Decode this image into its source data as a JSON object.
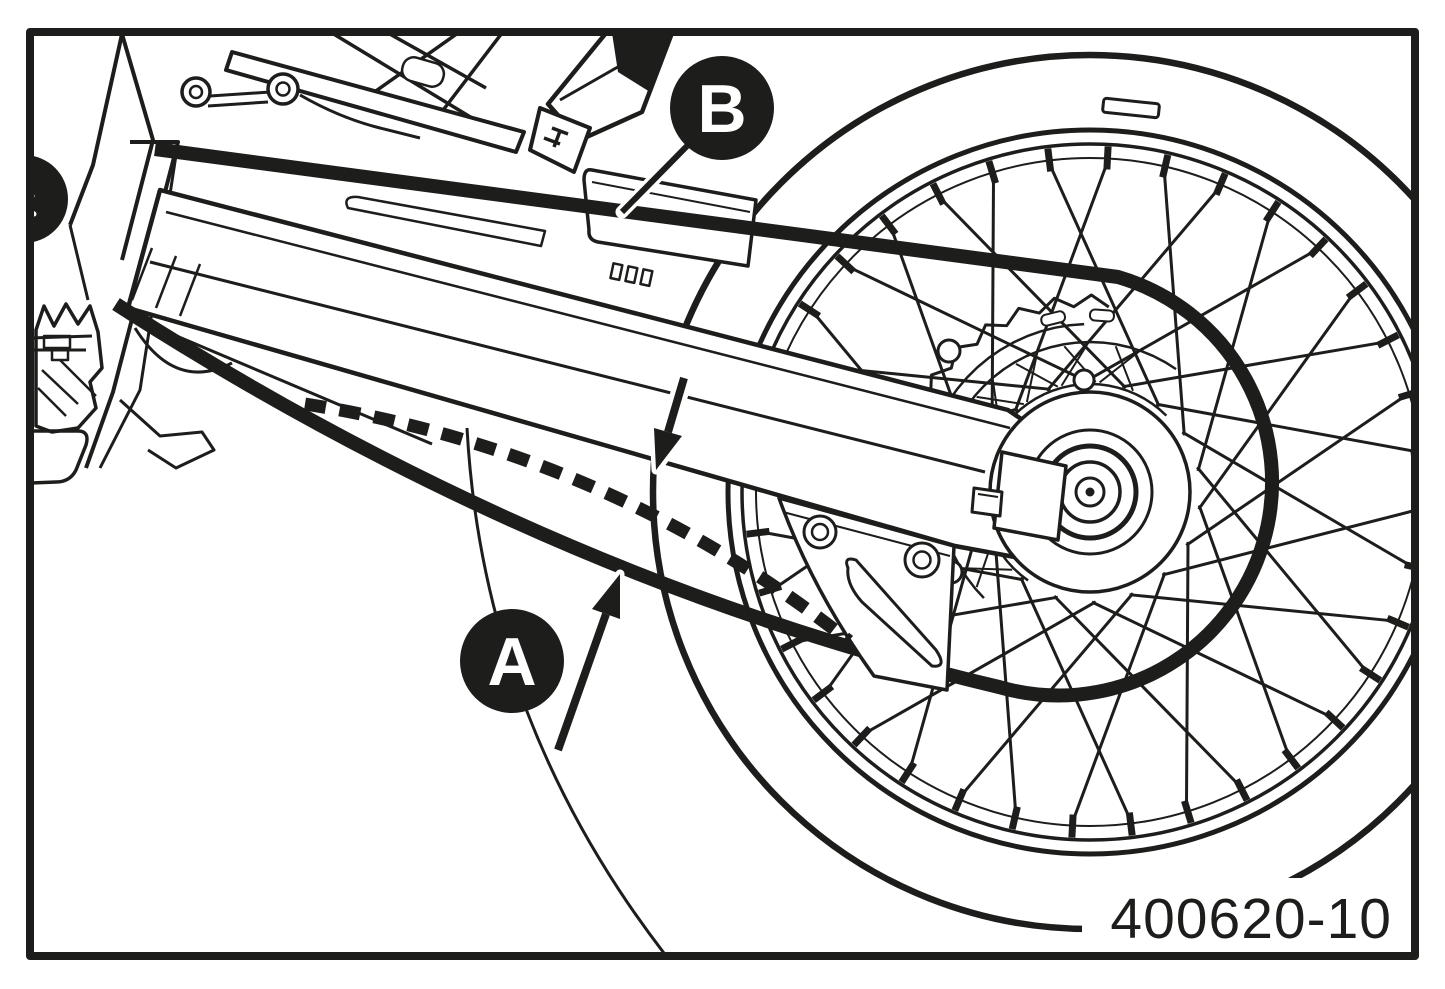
{
  "diagram": {
    "type": "technical-illustration",
    "subject": "motorcycle-rear-wheel-chain-slack-measurement",
    "figure_number": "400620-10",
    "callouts": {
      "a": {
        "label": "A",
        "meaning": "chain free play measured between arrows"
      },
      "b": {
        "label": "B",
        "meaning": "upper chain run"
      }
    },
    "colors": {
      "ink": "#1d1d1b",
      "paper": "#ffffff"
    }
  }
}
